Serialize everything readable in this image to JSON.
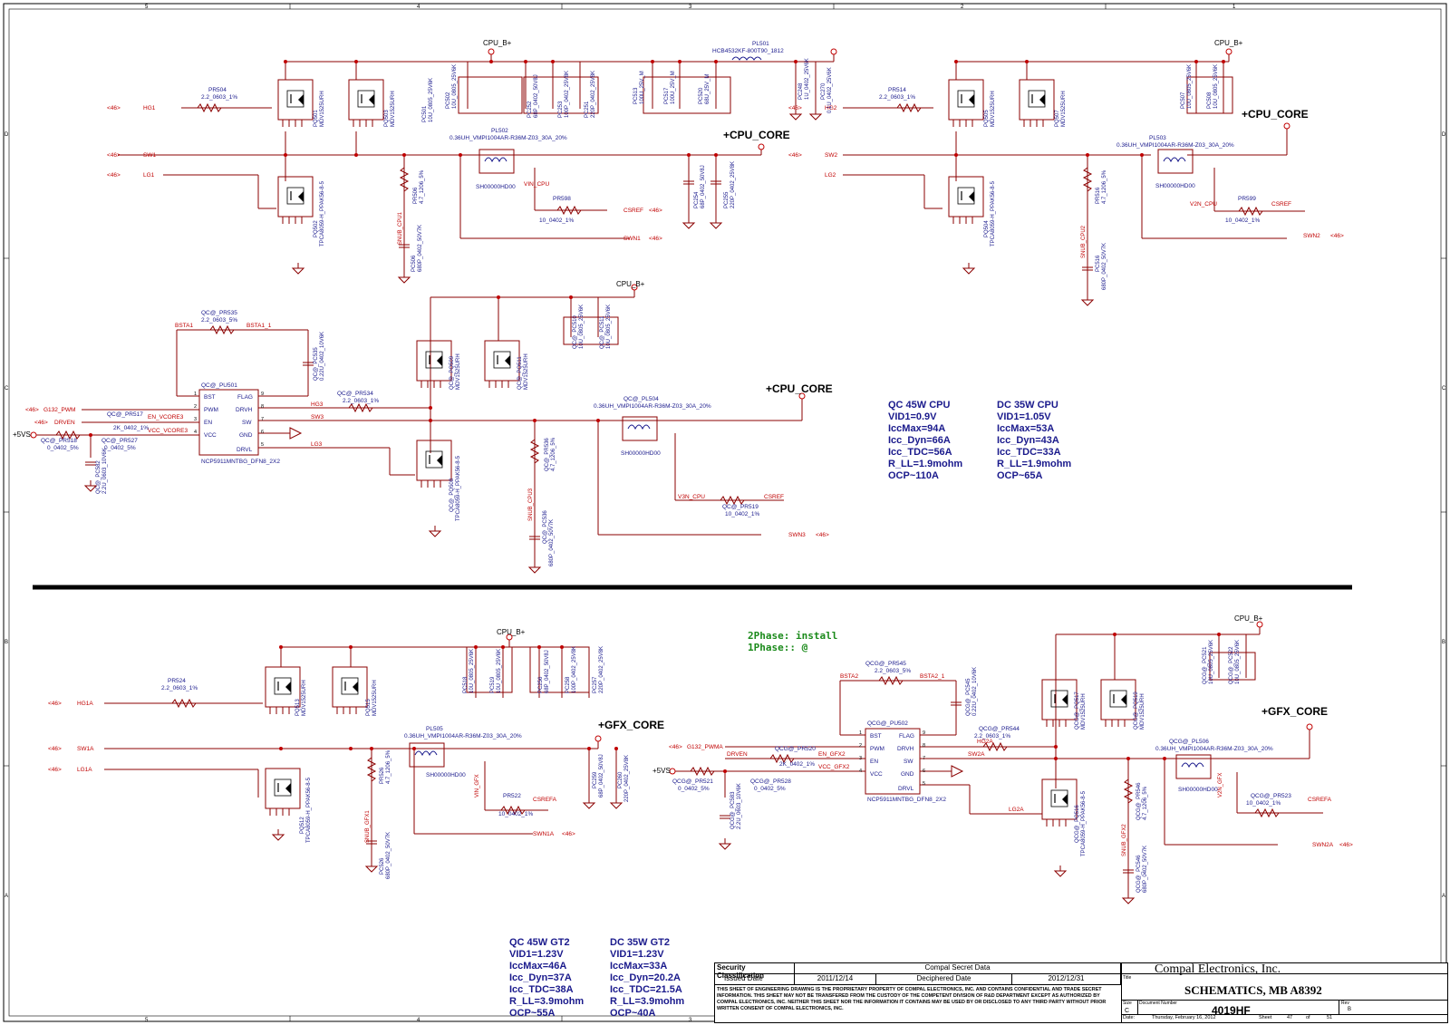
{
  "nets": {
    "cpu_b_plus": "CPU_B+",
    "cpu_core": "+CPU_CORE",
    "gfx_core": "+GFX_CORE",
    "plus5vs": "+5VS",
    "vin_cpu": "VIN_CPU",
    "v2n_cpu": "V2N_CPU",
    "v3n_cpu": "V3N_CPU",
    "vin_gfx": "VIN_GFX",
    "v2n_gfx": "V2N_GFX"
  },
  "ports": {
    "hg1": "HG1",
    "sw1": "SW1",
    "lg1": "LG1",
    "hg2": "HG2",
    "sw2": "SW2",
    "lg2": "LG2",
    "hg3": "HG3",
    "sw3": "SW3",
    "lg3": "LG3",
    "hg1a": "HG1A",
    "sw1a": "SW1A",
    "lg1a": "LG1A",
    "hg2a": "HG2A",
    "sw2a": "SW2A",
    "lg2a": "LG2A",
    "csref": "CSREF",
    "csrefa": "CSREFA",
    "swn1": "SWN1",
    "swn2": "SWN2",
    "swn3": "SWN3",
    "swn1a": "SWN1A",
    "swn2a": "SWN2A",
    "ref46": "<46>",
    "g132_pwm": "G132_PWM",
    "g132_pwma": "G132_PWMA",
    "drven": "DRVEN",
    "en_vcore3": "EN_VCORE3",
    "vcc_vcore3": "VCC_VCORE3",
    "en_gfx2": "EN_GFX2",
    "vcc_gfx2": "VCC_GFX2",
    "bsta1": "BSTA1",
    "bsta1_1": "BSTA1_1",
    "bsta2": "BSTA2",
    "bsta2_1": "BSTA2_1",
    "snub_cpu1": "SNUB_CPU1",
    "snub_cpu2": "SNUB_CPU2",
    "snub_cpu3": "SNUB_CPU3",
    "snub_gfx1": "SNUB_GFX1",
    "snub_gfx2": "SNUB_GFX2"
  },
  "parts": {
    "prs04": "PR504",
    "prs04_v": "2.2_0603_1%",
    "pq501": "PQ501",
    "pq503": "PQ503",
    "mdv": "MDV1525URH",
    "pq502": "PQ502",
    "tpca": "TPCA8059-H_PPAK56-8-5",
    "pc501": "PC501",
    "pc501_v": "10U_0805_25V6K",
    "pc502": "PC502",
    "pc502_v": "10U_0805_25V6K",
    "pc252": "PC252",
    "pc252_v": "68P_0402_50V8J",
    "pc253": "PC253",
    "pc253_v": "100P_0402_25V8K",
    "pc251": "PC251",
    "pc251_v": "220P_0402_25V8K",
    "pc513": "PC513",
    "pc513_v": "100U_25V_M",
    "pc517": "PC517",
    "pc517_v": "100U_25V_M",
    "pc520": "PC520",
    "pc520_v": "68U_25V_M",
    "pl501": "PL501",
    "pl501_v": "HCB4532KF-800T90_1812",
    "pc248": "PC248",
    "pc248_v": "1U_0402_25V6K",
    "pc270": "PC270",
    "pc270_v": "0.1U_0402_25V6K",
    "pl502": "PL502",
    "pl_v": "0.36UH_VMPI1004AR-R36M-Z03_30A_20%",
    "sh": "SH00000HD00",
    "prs06": "PR506",
    "prs06_v": "4.7_1206_5%",
    "pc506": "PC506",
    "pc_snub_v": "680P_0402_50V7K",
    "prs98": "PR598",
    "prs98_v": "10_0402_1%",
    "pc254": "PC254",
    "pc254_v": "68P_0402_50V8J",
    "pc255": "PC255",
    "pc255_v": "220P_0402_25V8K",
    "prs14": "PR514",
    "prs14_v": "2.2_0603_1%",
    "pq505": "PQ505",
    "pq507": "PQ507",
    "pq504": "PQ504",
    "pl503": "PL503",
    "prs16": "PR516",
    "prs16_v": "4.7_1206_5%",
    "pc516": "PC516",
    "prs99": "PR599",
    "prs99_v": "10_0402_1%",
    "pc507": "PC507",
    "pc507_v": "10U_0805_25V6K",
    "pc508": "PC508",
    "pc508_v": "10U_0805_25V6K",
    "pr535": "QC@_PR535",
    "pr535_v": "2.2_0603_5%",
    "pc535": "QC@_PC535",
    "pc535_v": "0.22U_0402_10V6K",
    "pu501": "QC@_PU501",
    "ncp": "NCP5911MNTBG_DFN8_2X2",
    "pr534": "QC@_PR534",
    "pr534_v": "2.2_0603_1%",
    "pr517": "QC@_PR517",
    "pr517_v": "2K_0402_1%",
    "pr518": "QC@_PR518",
    "pr518_v": "0_0402_5%",
    "pr527": "QC@_PR527",
    "pr527_v": "0_0402_5%",
    "pc582": "QC@_PC582",
    "pc582_v": "2.2U_0603_10V6K",
    "pq509": "QC@_PQ509",
    "pq511": "QC@_PQ511",
    "pq508": "QC@_PQ508",
    "pc510": "QC@_PC510",
    "pc510_v": "10U_0805_25V6K",
    "pc511": "QC@_PC511",
    "pc511_v": "10U_0805_25V6K",
    "pl504": "QC@_PL504",
    "pr536": "QC@_PR536",
    "pr536_v": "4.7_1206_5%",
    "pc536": "QC@_PC536",
    "pr519": "QC@_PR519",
    "pr519_v": "10_0402_1%",
    "pr524": "PR524",
    "pr524_v": "2.2_0603_1%",
    "pq513": "PQ513",
    "pq515": "PQ515",
    "pq512": "PQ512",
    "pc518": "PC518",
    "pc518_v": "10U_0805_25V6K",
    "pc519": "PC519",
    "pc519_v": "10U_0805_25V6K",
    "pc256": "PC256",
    "pc256_v": "68P_0402_50V8J",
    "pc258": "PC258",
    "pc258_v": "100P_0402_25V8K",
    "pc257": "PC257",
    "pc257_v": "220P_0402_25V8K",
    "pl505": "PL505",
    "pr526": "PR526",
    "pr526_v": "4.7_1206_5%",
    "pc526": "PC526",
    "pr522": "PR522",
    "pr522_v": "10_0402_1%",
    "pc259": "PC259",
    "pc259_v": "68P_0402_50V8J",
    "pc260": "PC260",
    "pc260_v": "220P_0402_25V8K",
    "pr545": "QCG@_PR545",
    "pr545_v": "2.2_0603_5%",
    "pc545": "QCG@_PC545",
    "pc545_v": "0.22U_0402_10V6K",
    "pu502": "QCG@_PU502",
    "pr544": "QCG@_PR544",
    "pr544_v": "2.2_0603_1%",
    "pr520": "QCG@_PR520",
    "pr520_v": "2K_0402_1%",
    "pr521": "QCG@_PR521",
    "pr521_v": "0_0402_5%",
    "pr528": "QCG@_PR528",
    "pr528_v": "0_0402_5%",
    "pc583": "QCG@_PC583",
    "pc583_v": "2.2U_0603_10V6K",
    "pq517": "QCG@_PQ517",
    "pq519": "QCG@_PQ519",
    "pq516": "QCG@_PQ516",
    "pc521": "QCG@_PC521",
    "pc521_v": "10U_0805_25V6K",
    "pc522": "QCG@_PC522",
    "pc522_v": "10U_0805_25V6K",
    "pl506": "QCG@_PL506",
    "pr546": "QCG@_PR546",
    "pr546_v": "4.7_1206_5%",
    "pc546": "QCG@_PC546",
    "pr523": "QCG@_PR523",
    "pr523_v": "10_0402_1%"
  },
  "ic_pins": {
    "left": [
      "BST",
      "PWM",
      "EN",
      "VCC"
    ],
    "right": [
      "FLAG",
      "DRVH",
      "SW",
      "GND",
      "DRVL"
    ],
    "left_num": [
      "1",
      "2",
      "3",
      "4"
    ],
    "right_num": [
      "9",
      "8",
      "7",
      "6",
      "5"
    ]
  },
  "border": {
    "cols": [
      "5",
      "4",
      "3",
      "2",
      "1"
    ],
    "rows": [
      "D",
      "C",
      "B",
      "A"
    ]
  },
  "specs": {
    "qc45_cpu": [
      "QC 45W CPU",
      "VID1=0.9V",
      "IccMax=94A",
      "Icc_Dyn=66A",
      "Icc_TDC=56A",
      "R_LL=1.9mohm",
      "OCP~110A"
    ],
    "dc35_cpu": [
      "DC 35W CPU",
      "VID1=1.05V",
      "IccMax=53A",
      "Icc_Dyn=43A",
      "Icc_TDC=33A",
      "R_LL=1.9mohm",
      "OCP~65A"
    ],
    "qc45_gt2": [
      "QC 45W GT2",
      "VID1=1.23V",
      "IccMax=46A",
      "Icc_Dyn=37A",
      "Icc_TDC=38A",
      "R_LL=3.9mohm",
      "OCP~55A"
    ],
    "dc35_gt2": [
      "DC 35W GT2",
      "VID1=1.23V",
      "IccMax=33A",
      "Icc_Dyn=20.2A",
      "Icc_TDC=21.5A",
      "R_LL=3.9mohm",
      "OCP~40A"
    ]
  },
  "notes": [
    "2Phase: install",
    "1Phase:: @"
  ],
  "title_block": {
    "security_classification": "Security Classification",
    "secret": "Compal Secret Data",
    "issued_date_label": "Issued Date",
    "issued_date": "2011/12/14",
    "deciphered_date_label": "Deciphered Date",
    "deciphered_date": "2012/12/31",
    "legal": "THIS SHEET OF ENGINEERING DRAWING IS THE PROPRIETARY PROPERTY OF COMPAL ELECTRONICS, INC. AND CONTAINS CONFIDENTIAL AND TRADE SECRET INFORMATION. THIS SHEET MAY NOT BE TRANSFERED FROM THE CUSTODY OF THE COMPETENT DIVISION OF R&D DEPARTMENT EXCEPT AS AUTHORIZED BY COMPAL ELECTRONICS, INC. NEITHER THIS SHEET NOR THE INFORMATION IT CONTAINS MAY BE USED BY OR DISCLOSED TO ANY THIRD PARTY WITHOUT PRIOR WRITTEN CONSENT OF COMPAL ELECTRONICS, INC.",
    "company": "Compal Electronics, Inc.",
    "title_label": "Title",
    "title": "SCHEMATICS, MB A8392",
    "size_label": "Size",
    "size": "C",
    "docnum_label": "Document Number",
    "docnum": "4019HF",
    "rev_label": "Rev",
    "rev": "B",
    "date_label": "Date:",
    "date": "Thursday, February 16, 2012",
    "sheet_label": "Sheet",
    "sheet": "47",
    "of_label": "of",
    "of": "51"
  }
}
